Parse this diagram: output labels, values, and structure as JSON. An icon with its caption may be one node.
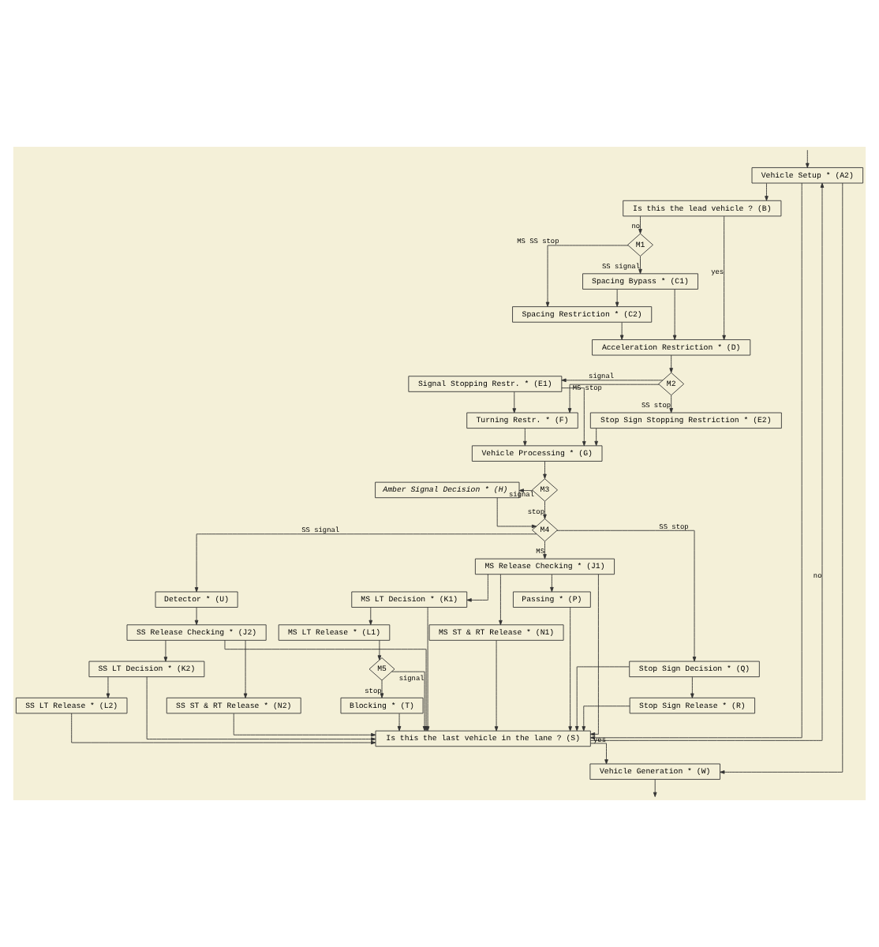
{
  "diagram": {
    "nodes": [
      {
        "text": [
          "Vehicle Setup * (A2)"
        ]
      },
      {
        "text": [
          "Is this the lead vehicle ? (B)"
        ]
      },
      {
        "text": [
          "M1"
        ]
      },
      {
        "text": [
          "Spacing Bypass * (C1)"
        ]
      },
      {
        "text": [
          "Spacing Restriction * (C2)"
        ]
      },
      {
        "text": [
          "Acceleration Restriction * (D)"
        ]
      },
      {
        "text": [
          "Signal Stopping Restr. * (E1)"
        ]
      },
      {
        "text": [
          "M2"
        ]
      },
      {
        "text": [
          "Stop Sign Stopping Restriction * (E2)"
        ]
      },
      {
        "text": [
          "Turning Restr. * (F)"
        ]
      },
      {
        "text": [
          "Vehicle Processing * (G)"
        ]
      },
      {
        "text": [
          "Amber Signal Decision * (H)"
        ]
      },
      {
        "text": [
          "M3"
        ]
      },
      {
        "text": [
          "Detector * (U)"
        ]
      },
      {
        "text": [
          "M4"
        ]
      },
      {
        "text": [
          "SS Release Checking * (J2)"
        ]
      },
      {
        "text": [
          "MS Release Checking * (J1)"
        ]
      },
      {
        "text": [
          "SS LT Decision * (K2)"
        ]
      },
      {
        "text": [
          "MS LT Decision * (K1)"
        ]
      },
      {
        "text": [
          "SS LT Release * (L2)"
        ]
      },
      {
        "text": [
          "MS LT Release * (L1)"
        ]
      },
      {
        "text": [
          "M5"
        ]
      },
      {
        "text": [
          "SS ST & RT Release * (N2)"
        ]
      },
      {
        "text": [
          "Blocking * (T)"
        ]
      },
      {
        "text": [
          "Stop Sign Decision * (Q)"
        ]
      },
      {
        "text": [
          "MS ST & RT Release * (N1)"
        ]
      },
      {
        "text": [
          "Stop Sign Release * (R)"
        ]
      },
      {
        "text": [
          "Passing * (P)"
        ]
      },
      {
        "text": [
          "Is this the last vehicle in the lane ? (S)"
        ]
      },
      {
        "text": [
          "Vehicle Generation * (W)"
        ]
      }
    ],
    "edges": [
      {
        "from": null,
        "to": 0,
        "arrow": "to"
      },
      {
        "from": 0,
        "to": 1,
        "arrow": "to"
      },
      {
        "from": 1,
        "to": 2,
        "arrow": "to",
        "label": "no"
      },
      {
        "from": 1,
        "to": 5,
        "arrow": "to",
        "label": "yes"
      },
      {
        "from": 2,
        "to": 4,
        "arrow": "to",
        "label": "MS SS stop"
      },
      {
        "from": 2,
        "to": 3,
        "arrow": "to",
        "label": "SS signal"
      },
      {
        "from": 3,
        "to": 4,
        "arrow": "to"
      },
      {
        "from": 3,
        "to": 5,
        "arrow": "to"
      },
      {
        "from": 4,
        "to": 5,
        "arrow": "to"
      },
      {
        "from": 5,
        "to": 7,
        "arrow": "to"
      },
      {
        "from": 7,
        "to": 6,
        "arrow": "to",
        "label": "signal"
      },
      {
        "from": 7,
        "to": 8,
        "arrow": "to",
        "label": "SS stop"
      },
      {
        "from": 7,
        "to": 9,
        "arrow": "to",
        "label": "MS stop"
      },
      {
        "from": 6,
        "to": 9,
        "arrow": "to"
      },
      {
        "from": 6,
        "to": 10,
        "arrow": "to"
      },
      {
        "from": 9,
        "to": 10,
        "arrow": "to"
      },
      {
        "from": 8,
        "to": 10,
        "arrow": "to"
      },
      {
        "from": 10,
        "to": 12,
        "arrow": "to"
      },
      {
        "from": 12,
        "to": 11,
        "arrow": "to",
        "label": "signal"
      },
      {
        "from": 12,
        "to": 14,
        "arrow": "to",
        "label": "stop"
      },
      {
        "from": 11,
        "to": 14,
        "arrow": "to"
      },
      {
        "from": 14,
        "to": 13,
        "arrow": "to",
        "label": "SS signal"
      },
      {
        "from": 14,
        "to": 16,
        "arrow": "to",
        "label": "MS"
      },
      {
        "from": 14,
        "to": 24,
        "arrow": "to",
        "label": "SS stop"
      },
      {
        "from": 13,
        "to": 15,
        "arrow": "to"
      },
      {
        "from": 15,
        "to": 17,
        "arrow": "to"
      },
      {
        "from": 15,
        "to": 22,
        "arrow": "to"
      },
      {
        "from": 15,
        "to": 28,
        "arrow": "to"
      },
      {
        "from": 17,
        "to": 19,
        "arrow": "to"
      },
      {
        "from": 17,
        "to": 28,
        "arrow": "to"
      },
      {
        "from": 19,
        "to": 28,
        "arrow": "to"
      },
      {
        "from": 22,
        "to": 28,
        "arrow": "to"
      },
      {
        "from": 16,
        "to": 18,
        "arrow": "to"
      },
      {
        "from": 16,
        "to": 27,
        "arrow": "to"
      },
      {
        "from": 16,
        "to": 25,
        "arrow": "to"
      },
      {
        "from": 16,
        "to": 28,
        "arrow": "to"
      },
      {
        "from": 18,
        "to": 20,
        "arrow": "to"
      },
      {
        "from": 18,
        "to": 28,
        "arrow": "to"
      },
      {
        "from": 20,
        "to": 21,
        "arrow": "to"
      },
      {
        "from": 21,
        "to": 23,
        "arrow": "to",
        "label": "stop"
      },
      {
        "from": 21,
        "to": 28,
        "arrow": "to",
        "label": "signal"
      },
      {
        "from": 23,
        "to": 28,
        "arrow": "to"
      },
      {
        "from": 24,
        "to": 26,
        "arrow": "to"
      },
      {
        "from": 24,
        "to": 28,
        "arrow": "to"
      },
      {
        "from": 26,
        "to": 28,
        "arrow": "to"
      },
      {
        "from": 27,
        "to": 28,
        "arrow": "to"
      },
      {
        "from": 25,
        "to": 28,
        "arrow": "to"
      },
      {
        "from": 28,
        "to": 29,
        "arrow": "to",
        "label": "yes"
      },
      {
        "from": 28,
        "to": 0,
        "arrow": "to",
        "label": "no"
      },
      {
        "from": 0,
        "to": 29,
        "arrow": "to"
      },
      {
        "from": 0,
        "to": 28,
        "arrow": "to"
      },
      {
        "from": 29,
        "to": null,
        "arrow": "to"
      }
    ]
  }
}
